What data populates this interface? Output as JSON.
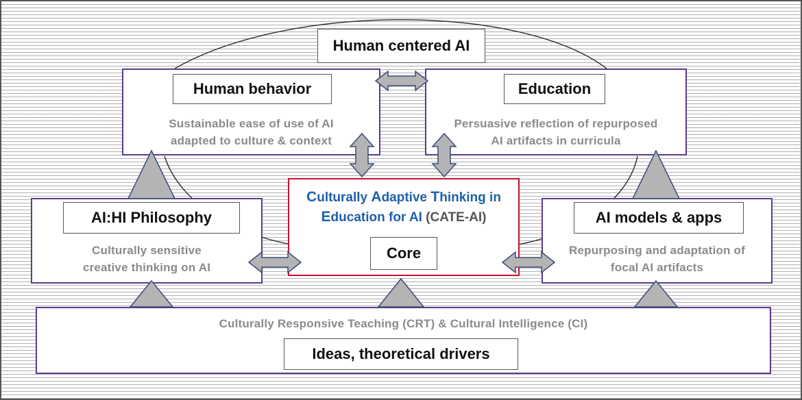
{
  "top_label": "Human centered AI",
  "human_behavior": {
    "label": "Human behavior",
    "desc_line1": "Sustainable ease of use of AI",
    "desc_line2": "adapted to culture & context"
  },
  "education": {
    "label": "Education",
    "desc_line1": "Persuasive reflection of repurposed",
    "desc_line2": "AI artifacts in curricula"
  },
  "ai_hi": {
    "label": "AI:HI Philosophy",
    "desc_line1": "Culturally sensitive",
    "desc_line2": "creative thinking on AI"
  },
  "ai_models": {
    "label": "AI models & apps",
    "desc_line1": "Repurposing and adaptation of",
    "desc_line2": "focal AI artifacts"
  },
  "core": {
    "title_w1_initial": "C",
    "title_w1_rest": "ulturally ",
    "title_w2_initial": "A",
    "title_w2_rest": "daptive ",
    "title_w3_initial": "T",
    "title_w3_rest": "hinking in",
    "title_w4_initial": "E",
    "title_w4_rest": "ducation for AI ",
    "title_acronym": "(CATE-AI)",
    "label": "Core"
  },
  "foundation": {
    "desc": "Culturally Responsive Teaching (CRT) & Cultural Intelligence (CI)",
    "label": "Ideas, theoretical drivers"
  },
  "colors": {
    "box_border": "#5b3a8c",
    "core_border": "#c8102e",
    "core_title_blue": "#1f5fa8",
    "arrow_fill": "#b4b4b4",
    "arrow_stroke": "#3c4a7a",
    "desc_text": "#8a8a8a"
  }
}
